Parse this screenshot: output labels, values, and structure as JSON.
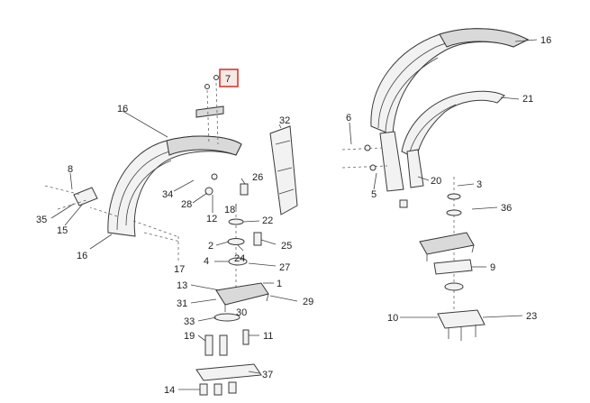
{
  "callouts": [
    {
      "id": "c7",
      "label": "7",
      "highlighted": true
    },
    {
      "id": "c16a",
      "label": "16"
    },
    {
      "id": "c32",
      "label": "32"
    },
    {
      "id": "c8",
      "label": "8"
    },
    {
      "id": "c26",
      "label": "26"
    },
    {
      "id": "c34",
      "label": "34"
    },
    {
      "id": "c28",
      "label": "28"
    },
    {
      "id": "c12",
      "label": "12"
    },
    {
      "id": "c18",
      "label": "18"
    },
    {
      "id": "c35",
      "label": "35"
    },
    {
      "id": "c15",
      "label": "15"
    },
    {
      "id": "c22",
      "label": "22"
    },
    {
      "id": "c16b",
      "label": "16"
    },
    {
      "id": "c2",
      "label": "2"
    },
    {
      "id": "c25",
      "label": "25"
    },
    {
      "id": "c24",
      "label": "24"
    },
    {
      "id": "c4",
      "label": "4"
    },
    {
      "id": "c27",
      "label": "27"
    },
    {
      "id": "c17",
      "label": "17"
    },
    {
      "id": "c13",
      "label": "13"
    },
    {
      "id": "c1",
      "label": "1"
    },
    {
      "id": "c31",
      "label": "31"
    },
    {
      "id": "c29",
      "label": "29"
    },
    {
      "id": "c30",
      "label": "30"
    },
    {
      "id": "c33",
      "label": "33"
    },
    {
      "id": "c19",
      "label": "19"
    },
    {
      "id": "c11",
      "label": "11"
    },
    {
      "id": "c37",
      "label": "37"
    },
    {
      "id": "c14",
      "label": "14"
    },
    {
      "id": "c16c",
      "label": "16"
    },
    {
      "id": "c21",
      "label": "21"
    },
    {
      "id": "c6",
      "label": "6"
    },
    {
      "id": "c20",
      "label": "20"
    },
    {
      "id": "c5",
      "label": "5"
    },
    {
      "id": "c3",
      "label": "3"
    },
    {
      "id": "c36",
      "label": "36"
    },
    {
      "id": "c9",
      "label": "9"
    },
    {
      "id": "c10",
      "label": "10"
    },
    {
      "id": "c23",
      "label": "23"
    }
  ],
  "colors": {
    "highlight_border": "#d33c2f",
    "highlight_fill": "#f6e9e6",
    "line": "#444444",
    "part_fill": "#f2f2f2"
  }
}
